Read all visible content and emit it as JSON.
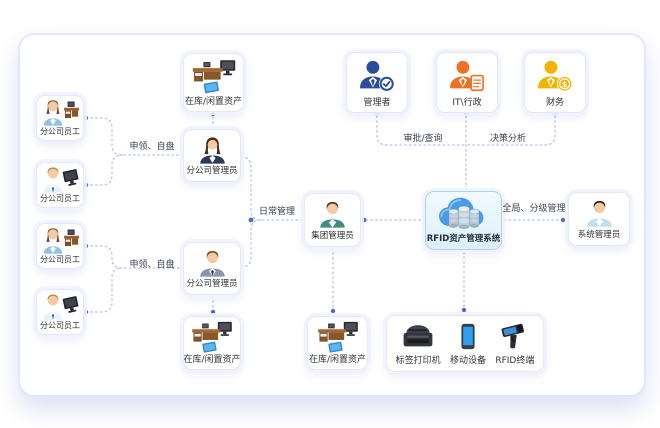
{
  "nodes": {
    "asset_top": {
      "label": "在库/闲置资产",
      "icon": "office-desk-computer"
    },
    "manager": {
      "label": "管理者",
      "icon": "person-check",
      "color": "#2a4d9b"
    },
    "it_admin": {
      "label": "IT\\行政",
      "icon": "person-document",
      "color": "#ed7224"
    },
    "finance": {
      "label": "财务",
      "icon": "person-coin",
      "color": "#f3b300"
    },
    "emp1": {
      "label": "分公司员工",
      "icon": "woman-desk"
    },
    "emp2": {
      "label": "分公司员工",
      "icon": "man-computer"
    },
    "emp3": {
      "label": "分公司员工",
      "icon": "woman-desk"
    },
    "emp4": {
      "label": "分公司员工",
      "icon": "man-computer"
    },
    "branch_admin_1": {
      "label": "分公司管理员",
      "icon": "businesswoman"
    },
    "branch_admin_2": {
      "label": "分公司管理员",
      "icon": "businessman"
    },
    "group_admin": {
      "label": "集团管理员",
      "icon": "businessman-teal"
    },
    "rfid_system": {
      "label": "RFID资产管理系统",
      "icon": "cloud-database",
      "bg": "#e9f5fc",
      "border": "#a9d6ef"
    },
    "sys_admin": {
      "label": "系统管理员",
      "icon": "man-blue-shirt"
    },
    "asset_bottom_left": {
      "label": "在库/闲置资产",
      "icon": "office-desk-computer"
    },
    "asset_bottom_center": {
      "label": "在库/闲置资产",
      "icon": "office-desk-computer"
    },
    "devices": {
      "items": [
        {
          "label": "标签打印机",
          "icon": "label-printer"
        },
        {
          "label": "移动设备",
          "icon": "smartphone"
        },
        {
          "label": "RFID终端",
          "icon": "rfid-handheld"
        }
      ]
    }
  },
  "edge_labels": {
    "apply_self_check_1": "申领、自盘",
    "apply_self_check_2": "申领、自盘",
    "daily_management": "日常管理",
    "approval_query": "审批/查询",
    "decision_analysis": "决策分析",
    "global_tiered_management": "全局、分级管理"
  },
  "colors": {
    "connector_line": "#b9c2e8",
    "connector_dot": "#5765cf",
    "panel_border": "#e4e7f9",
    "node_border": "#e5e8fa",
    "label_text": "#333333",
    "manager_blue": "#2a4d9b",
    "it_orange": "#ed7224",
    "finance_gold": "#f3b300",
    "rfid_box_bg": "#e9f5fc",
    "rfid_box_border": "#a9d6ef"
  }
}
